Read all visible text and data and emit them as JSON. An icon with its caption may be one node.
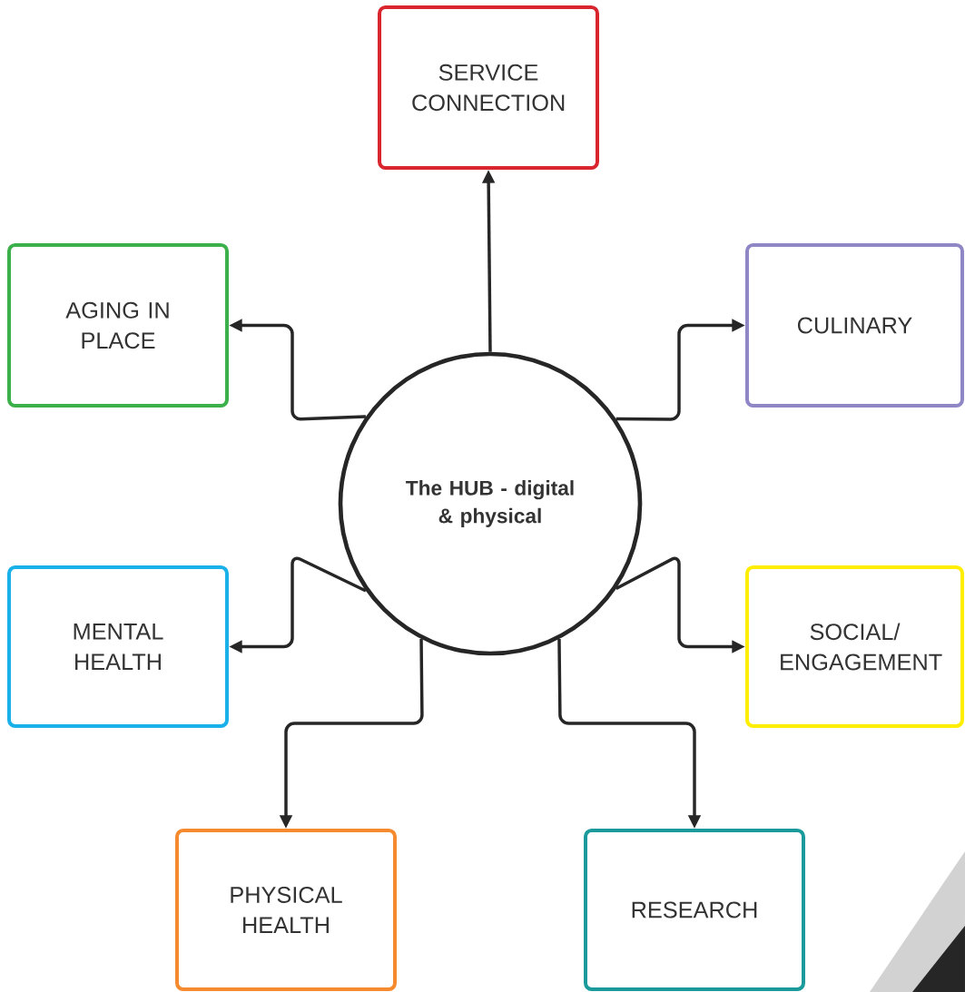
{
  "diagram": {
    "nodes": [
      {
        "text": [
          "The HUB - digital & physical"
        ]
      },
      {
        "text": [
          "SERVICE CONNECTION"
        ]
      },
      {
        "text": [
          "AGING IN PLACE"
        ]
      },
      {
        "text": [
          "CULINARY"
        ]
      },
      {
        "text": [
          "MENTAL HEALTH"
        ]
      },
      {
        "text": [
          "SOCIAL/ ENGAGEMENT"
        ]
      },
      {
        "text": [
          "PHYSICAL HEALTH"
        ]
      },
      {
        "text": [
          "RESEARCH"
        ]
      }
    ],
    "edges": [
      {
        "from": 0,
        "to": 1,
        "arrow": "to"
      },
      {
        "from": 0,
        "to": 2,
        "arrow": "to"
      },
      {
        "from": 0,
        "to": 3,
        "arrow": "to"
      },
      {
        "from": 0,
        "to": 4,
        "arrow": "to"
      },
      {
        "from": 0,
        "to": 5,
        "arrow": "to"
      },
      {
        "from": 0,
        "to": 6,
        "arrow": "to"
      },
      {
        "from": 0,
        "to": 7,
        "arrow": "to"
      }
    ]
  }
}
